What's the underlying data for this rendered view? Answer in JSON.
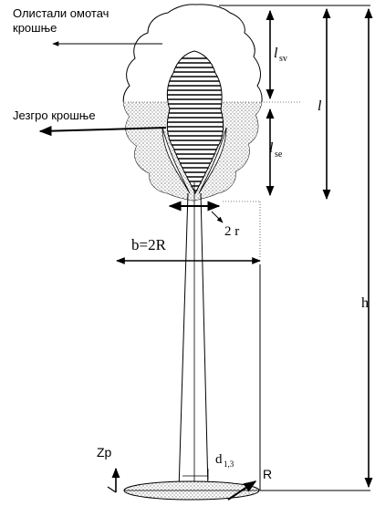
{
  "labels": {
    "outer_crown_line1": "Олистали омотач",
    "outer_crown_line2": "крошње",
    "crown_core": "Језгро крошње",
    "l_sv_base": "l",
    "l_sv_sub": "sv",
    "l": "l",
    "l_se_base": "l",
    "l_se_sub": "se",
    "two_r": "2 r",
    "b_eq": "b=2R",
    "h": "h",
    "zp": "Zp",
    "d_base": "d",
    "d_sub": "1,3",
    "R": "R"
  },
  "colors": {
    "line": "#000000",
    "stipple": "#888888",
    "background": "#ffffff"
  }
}
